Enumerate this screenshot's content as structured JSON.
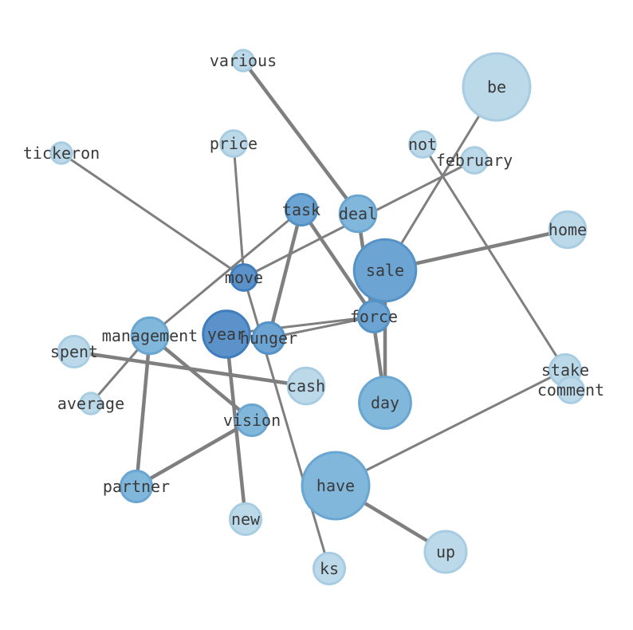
{
  "chart_data": {
    "type": "network",
    "nodes": [
      {
        "id": "various",
        "label": "various",
        "level": 1,
        "size": 1
      },
      {
        "id": "be",
        "label": "be",
        "level": 1,
        "size": 10
      },
      {
        "id": "tickeron",
        "label": "tickeron",
        "level": 1,
        "size": 1
      },
      {
        "id": "price",
        "label": "price",
        "level": 1,
        "size": 2
      },
      {
        "id": "not",
        "label": "not",
        "level": 1,
        "size": 2
      },
      {
        "id": "february",
        "label": "february",
        "level": 1,
        "size": 2
      },
      {
        "id": "task",
        "label": "task",
        "level": 4,
        "size": 3
      },
      {
        "id": "deal",
        "label": "deal",
        "level": 3,
        "size": 4
      },
      {
        "id": "home",
        "label": "home",
        "level": 1,
        "size": 4
      },
      {
        "id": "sale",
        "label": "sale",
        "level": 4,
        "size": 9
      },
      {
        "id": "move",
        "label": "move",
        "level": 5,
        "size": 2
      },
      {
        "id": "force",
        "label": "force",
        "level": 4,
        "size": 3
      },
      {
        "id": "management",
        "label": "management",
        "level": 3,
        "size": 4
      },
      {
        "id": "year",
        "label": "year",
        "level": 5,
        "size": 6
      },
      {
        "id": "hunger",
        "label": "hunger",
        "level": 4,
        "size": 3
      },
      {
        "id": "spent",
        "label": "spent",
        "level": 1,
        "size": 3
      },
      {
        "id": "cash",
        "label": "cash",
        "level": 1,
        "size": 4
      },
      {
        "id": "day",
        "label": "day",
        "level": 3,
        "size": 7
      },
      {
        "id": "stake",
        "label": "stake",
        "level": 1,
        "size": 3
      },
      {
        "id": "comment",
        "label": "comment",
        "level": 1,
        "size": 2
      },
      {
        "id": "average",
        "label": "average",
        "level": 1,
        "size": 1
      },
      {
        "id": "vision",
        "label": "vision",
        "level": 3,
        "size": 3
      },
      {
        "id": "have",
        "label": "have",
        "level": 3,
        "size": 10
      },
      {
        "id": "partner",
        "label": "partner",
        "level": 3,
        "size": 3
      },
      {
        "id": "new",
        "label": "new",
        "level": 1,
        "size": 3
      },
      {
        "id": "up",
        "label": "up",
        "level": 1,
        "size": 5
      },
      {
        "id": "ks",
        "label": "ks",
        "level": 1,
        "size": 3
      }
    ],
    "edges": [
      {
        "source": "various",
        "target": "deal",
        "weight": 3
      },
      {
        "source": "deal",
        "target": "day",
        "weight": 3
      },
      {
        "source": "be",
        "target": "sale",
        "weight": 2
      },
      {
        "source": "tickeron",
        "target": "move",
        "weight": 2
      },
      {
        "source": "price",
        "target": "move",
        "weight": 2
      },
      {
        "source": "move",
        "target": "ks",
        "weight": 2
      },
      {
        "source": "february",
        "target": "move",
        "weight": 2
      },
      {
        "source": "not",
        "target": "stake",
        "weight": 2
      },
      {
        "source": "task",
        "target": "hunger",
        "weight": 3
      },
      {
        "source": "task",
        "target": "force",
        "weight": 3
      },
      {
        "source": "task",
        "target": "management",
        "weight": 2
      },
      {
        "source": "sale",
        "target": "home",
        "weight": 3
      },
      {
        "source": "sale",
        "target": "day",
        "weight": 3
      },
      {
        "source": "force",
        "target": "year",
        "weight": 2
      },
      {
        "source": "force",
        "target": "hunger",
        "weight": 2
      },
      {
        "source": "year",
        "target": "new",
        "weight": 3
      },
      {
        "source": "management",
        "target": "vision",
        "weight": 3
      },
      {
        "source": "management",
        "target": "partner",
        "weight": 3
      },
      {
        "source": "management",
        "target": "average",
        "weight": 2
      },
      {
        "source": "spent",
        "target": "cash",
        "weight": 3
      },
      {
        "source": "vision",
        "target": "partner",
        "weight": 3
      },
      {
        "source": "have",
        "target": "stake",
        "weight": 2
      },
      {
        "source": "have",
        "target": "up",
        "weight": 3
      }
    ],
    "colors": {
      "level1_fill": "#bcd9ea",
      "level1_stroke": "#a8cde2",
      "level3_fill": "#82b7dc",
      "level3_stroke": "#6aa6d2",
      "level4_fill": "#6ca4d3",
      "level4_stroke": "#5592c6",
      "level5_fill": "#5a92c9",
      "level5_stroke": "#3f7dbc",
      "edge": "#7f7f7f"
    }
  }
}
